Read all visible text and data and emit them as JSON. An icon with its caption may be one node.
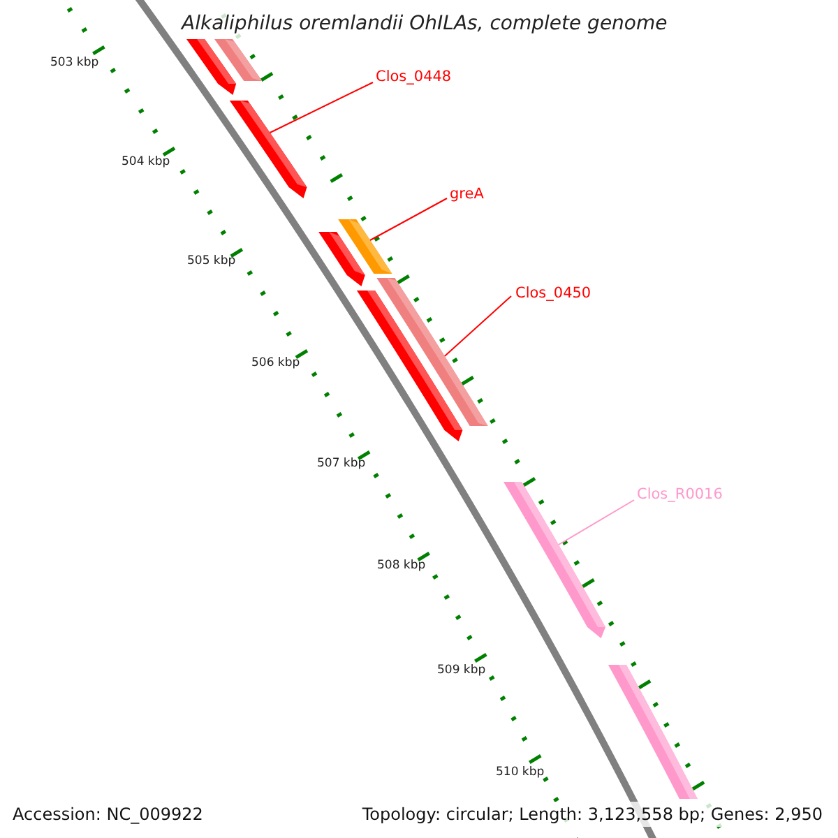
{
  "diagram": {
    "title": "Alkaliphilus oremlandii OhILAs, complete genome",
    "nodes": [
      {
        "text": [
          "Clos_0448"
        ]
      },
      {
        "text": [
          "greA"
        ]
      },
      {
        "text": [
          "Clos_0450"
        ]
      },
      {
        "text": [
          "Clos_R0016"
        ]
      },
      {
        "text": [],
        "shape": "arrow"
      },
      {
        "text": [],
        "shape": "bar"
      },
      {
        "text": [],
        "shape": "arrow"
      },
      {
        "text": [],
        "shape": "bar"
      },
      {
        "text": [],
        "shape": "arrow"
      },
      {
        "text": [],
        "shape": "bar"
      },
      {
        "text": [],
        "shape": "arrow"
      },
      {
        "text": [],
        "shape": "arrow"
      },
      {
        "text": [],
        "shape": "bar"
      }
    ],
    "edges": [
      {
        "from": 0,
        "to": 6,
        "arrow": "none"
      },
      {
        "from": 1,
        "to": 7,
        "arrow": "none"
      },
      {
        "from": 2,
        "to": 9,
        "arrow": "none"
      },
      {
        "from": 3,
        "to": 11,
        "arrow": "none",
        "color": "#ff99cc"
      }
    ],
    "labels": [
      "503 kbp",
      "504 kbp",
      "505 kbp",
      "506 kbp",
      "507 kbp",
      "508 kbp",
      "509 kbp",
      "510 kbp",
      "Accession: NC_009922",
      "Topology: circular; Length: 3,123,558 bp; Genes: 2,950"
    ]
  }
}
